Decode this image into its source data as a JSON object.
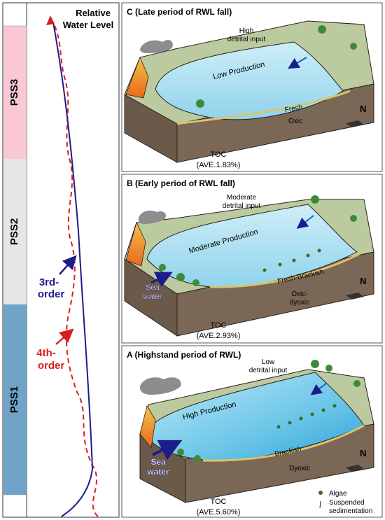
{
  "left_column": {
    "title_line1": "Relative",
    "title_line2": "Water Level",
    "sequences": [
      {
        "label": "PSS3",
        "color": "#f9c8d4"
      },
      {
        "label": "PSS2",
        "color": "#e6e6e6"
      },
      {
        "label": "PSS1",
        "color": "#6fa3c8"
      }
    ],
    "third_order": {
      "line1": "3rd-",
      "line2": "order",
      "color": "#1c1c8c"
    },
    "fourth_order": {
      "line1": "4th-",
      "line2": "order",
      "color": "#d62020"
    }
  },
  "panels": [
    {
      "title": "C (Late period of RWL fall)",
      "detrital_line1": "High",
      "detrital_line2": "detrital input",
      "production": "Low Production",
      "water": "Fresh",
      "redox": "Oxic",
      "toc_label": "TOC",
      "toc_value": "(AVE.1.83%)",
      "north": "N"
    },
    {
      "title": "B (Early period of RWL fall)",
      "detrital_line1": "Moderate",
      "detrital_line2": "detrital input",
      "production": "Moderate Production",
      "water": "Fresh-Brackish",
      "redox_line1": "Oxic-",
      "redox_line2": "dyoxic",
      "sea_line1": "Sea",
      "sea_line2": "water",
      "toc_label": "TOC",
      "toc_value": "(AVE.2.93%)",
      "north": "N"
    },
    {
      "title": "A (Highstand period of RWL)",
      "detrital_line1": "Low",
      "detrital_line2": "detrital input",
      "production": "High Production",
      "water": "Brackish",
      "redox": "Dyoxic",
      "sea_line1": "Sea",
      "sea_line2": "water",
      "toc_label": "TOC",
      "toc_value": "(AVE.5.60%)",
      "north": "N",
      "legend_algae": "Algae",
      "legend_susp_line1": "Suspended",
      "legend_susp_line2": "sedimentation"
    }
  ]
}
